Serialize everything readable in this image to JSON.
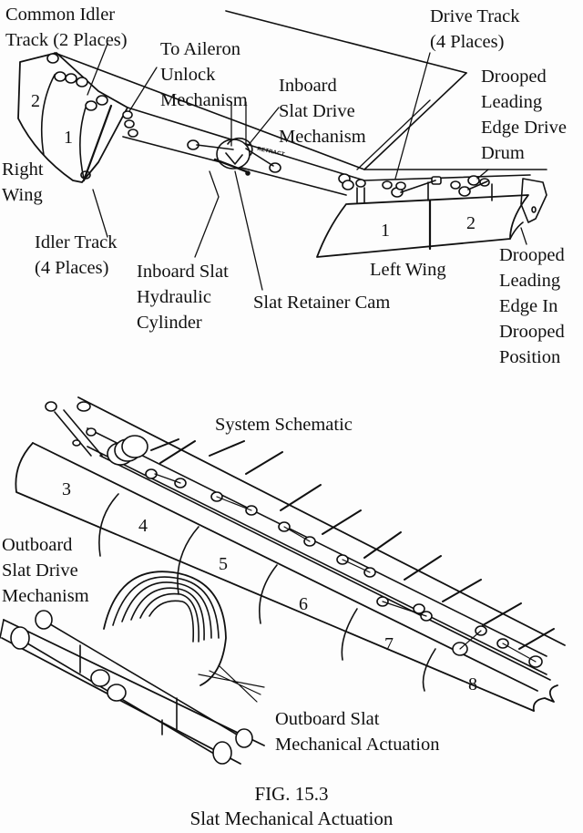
{
  "figure": {
    "number": "FIG. 15.3",
    "title": "Slat Mechanical Actuation"
  },
  "top_diagram": {
    "labels": {
      "common_idler_track": "Common Idler\nTrack (2 Places)",
      "to_aileron_unlock": "To Aileron\nUnlock\nMechanism",
      "inboard_slat_drive": "Inboard\nSlat Drive\nMechanism",
      "drive_track": "Drive Track\n(4 Places)",
      "drooped_le_drive_drum": "Drooped\nLeading\nEdge Drive\nDrum",
      "right_wing": "Right\nWing",
      "idler_track": "Idler Track\n(4 Places)",
      "inboard_slat_hydraulic_cylinder": "Inboard Slat\nHydraulic\nCylinder",
      "slat_retainer_cam": "Slat Retainer Cam",
      "left_wing": "Left Wing",
      "drooped_le_position": "Drooped\nLeading\nEdge In\nDrooped\nPosition",
      "retract_marking": "RETRACT"
    },
    "right_wing_slats": [
      "2",
      "1"
    ],
    "left_wing_slats": [
      "1",
      "2"
    ]
  },
  "bottom_diagram": {
    "labels": {
      "system_schematic": "System Schematic",
      "outboard_slat_drive": "Outboard\nSlat Drive\nMechanism",
      "outboard_slat_actuation": "Outboard Slat\nMechanical Actuation"
    },
    "slat_numbers": [
      "3",
      "4",
      "5",
      "6",
      "7",
      "8"
    ]
  }
}
